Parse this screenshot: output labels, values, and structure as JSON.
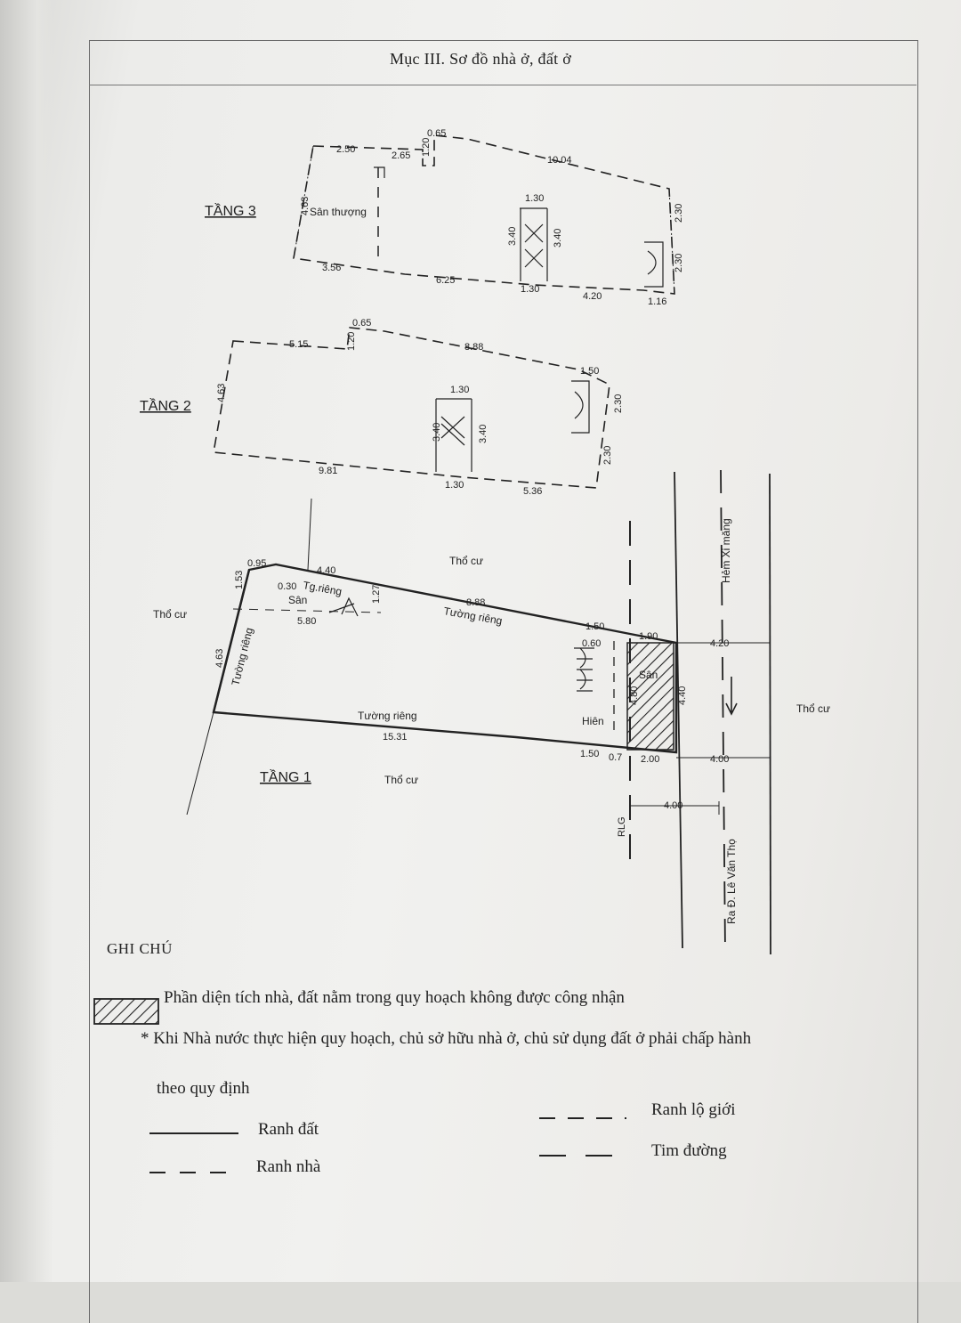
{
  "title": "Mục III. Sơ đồ nhà ở, đất ở",
  "floor3": {
    "label": "TẦNG 3",
    "room": "Sân thượng",
    "dims": [
      "0.65",
      "1.20",
      "2.50",
      "2.65",
      "10.04",
      "1.30",
      "4.63",
      "3.40",
      "3.40",
      "2.30",
      "2.30",
      "3.56",
      "6.25",
      "1.30",
      "4.20",
      "1.16"
    ]
  },
  "floor2": {
    "label": "TẦNG 2",
    "dims": [
      "0.65",
      "1.20",
      "5.15",
      "8.88",
      "1.50",
      "1.30",
      "4.63",
      "3.40",
      "3.40",
      "2.30",
      "2.30",
      "9.81",
      "1.30",
      "5.36"
    ]
  },
  "floor1": {
    "label": "TẦNG 1",
    "neighbor": "Thổ cư",
    "wall": "Tường riêng",
    "wall_short": "Tg.riêng",
    "yard": "Sân",
    "porch": "Hiên",
    "rlg": "RLG",
    "alley": "Hẻm Xi măng",
    "road": "Ra Đ. Lê Văn Thọ",
    "dims": [
      "0.95",
      "4.40",
      "0.30",
      "1.27",
      "1.53",
      "5.80",
      "8.88",
      "1.50",
      "1.90",
      "0.60",
      "4.20",
      "4.63",
      "4.80",
      "4.40",
      "15.31",
      "1.50",
      "0.7",
      "2.00",
      "4.00",
      "4.00"
    ]
  },
  "notes": {
    "heading": "GHI CHÚ",
    "hatch_legend": "Phần diện tích nhà, đất nằm trong quy hoạch không được công nhận",
    "note_line1": "* Khi Nhà nước thực hiện quy hoạch, chủ sở hữu nhà ở, chủ sử dụng  đất ở phải chấp hành",
    "note_line2": "theo quy định",
    "legend_ranh_dat": "Ranh đất",
    "legend_ranh_nha": "Ranh nhà",
    "legend_ranh_lo_gioi": "Ranh lộ giới",
    "legend_tim_duong": "Tim đường"
  },
  "colors": {
    "ink": "#222222",
    "paper": "#efefec",
    "frame": "#6a6a6a"
  }
}
